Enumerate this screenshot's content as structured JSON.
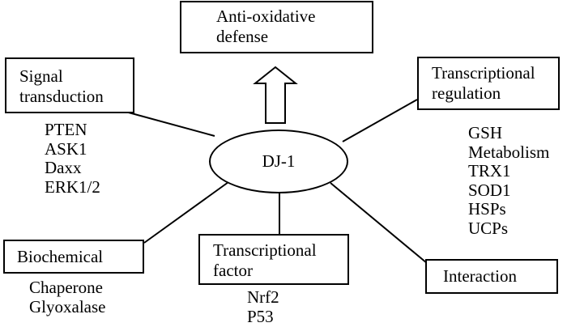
{
  "hub": {
    "label": "DJ-1"
  },
  "output": {
    "line1": "Anti-oxidative",
    "line2": "defense"
  },
  "categories": {
    "signal": {
      "line1": "Signal",
      "line2": "transduction",
      "items": [
        "PTEN",
        "ASK1",
        "Daxx",
        "ERK1/2"
      ]
    },
    "transcriptional_regulation": {
      "line1": "Transcriptional",
      "line2": "regulation",
      "items": [
        "GSH",
        "Metabolism",
        "TRX1",
        "SOD1",
        "HSPs",
        "UCPs"
      ]
    },
    "biochemical": {
      "line1": "Biochemical",
      "items": [
        "Chaperone",
        "Glyoxalase"
      ]
    },
    "transcriptional_factor": {
      "line1": "Transcriptional",
      "line2": "factor",
      "items": [
        "Nrf2",
        "P53"
      ]
    },
    "interaction": {
      "line1": "Interaction"
    }
  }
}
